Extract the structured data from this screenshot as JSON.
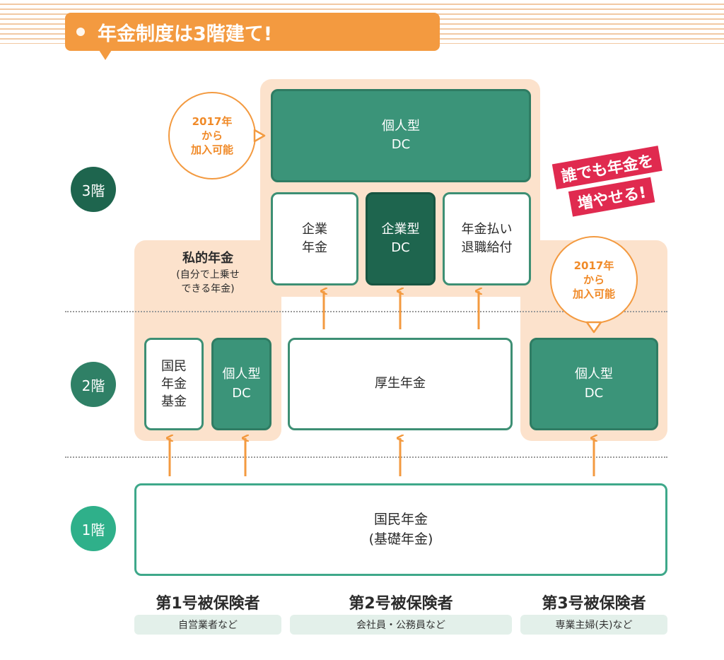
{
  "title": "年金制度は3階建て!",
  "floors": [
    "3階",
    "2階",
    "1階"
  ],
  "floor_colors": {
    "f3": "#1e654e",
    "f2": "#2f8066",
    "f1": "#2fb08a"
  },
  "private_pension": {
    "label": "私的年金",
    "note_1": "(自分で上乗せ",
    "note_2": "できる年金)"
  },
  "bubbles": [
    {
      "line1": "2017年",
      "line2": "から",
      "line3": "加入可能"
    },
    {
      "line1": "2017年",
      "line2": "から",
      "line3": "加入可能"
    }
  ],
  "promo": {
    "line1": "誰でも年金を",
    "line2": "増やせる!"
  },
  "boxes": {
    "ideco_top": {
      "line1": "個人型",
      "line2": "DC"
    },
    "corporate_pension": {
      "line1": "企業",
      "line2": "年金"
    },
    "corporate_dc": {
      "line1": "企業型",
      "line2": "DC"
    },
    "retirement": {
      "line1": "年金払い",
      "line2": "退職給付"
    },
    "national_fund": {
      "line1": "国民",
      "line2": "年金",
      "line3": "基金"
    },
    "ideco_left": {
      "line1": "個人型",
      "line2": "DC"
    },
    "employee_pension": {
      "line1": "厚生年金"
    },
    "ideco_right": {
      "line1": "個人型",
      "line2": "DC"
    },
    "national_pension": {
      "line1": "国民年金",
      "line2": "(基礎年金)"
    }
  },
  "categories": [
    {
      "title": "第1号被保険者",
      "sub": "自営業者など"
    },
    {
      "title": "第2号被保険者",
      "sub": "会社員・公務員など"
    },
    {
      "title": "第3号被保険者",
      "sub": "専業主婦(夫)など"
    }
  ],
  "colors": {
    "orange": "#f39a40",
    "peach": "#fce2cc",
    "green": "#3b9479",
    "dark_green": "#1e654e",
    "promo_red": "#e02a4f"
  }
}
